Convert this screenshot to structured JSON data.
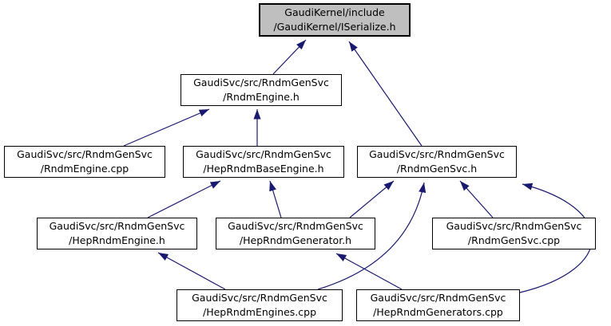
{
  "diagram": {
    "kind": "doxygen-include-dependency-graph",
    "root_file": "GaudiKernel/include/GaudiKernel/ISerialize.h"
  },
  "colors": {
    "edge": "#191970",
    "node_border": "#000000",
    "node_fill": "#ffffff",
    "root_fill": "#bfbfbf",
    "background": "#ffffff",
    "text": "#000000"
  },
  "nodes": [
    {
      "id": "iserialize-h",
      "line1": "GaudiKernel/include",
      "line2": "/GaudiKernel/ISerialize.h"
    },
    {
      "id": "rndmengine-h",
      "line1": "GaudiSvc/src/RndmGenSvc",
      "line2": "/RndmEngine.h"
    },
    {
      "id": "rndmengine-cpp",
      "line1": "GaudiSvc/src/RndmGenSvc",
      "line2": "/RndmEngine.cpp"
    },
    {
      "id": "heprndmbaseengine-h",
      "line1": "GaudiSvc/src/RndmGenSvc",
      "line2": "/HepRndmBaseEngine.h"
    },
    {
      "id": "rndmgensvc-h",
      "line1": "GaudiSvc/src/RndmGenSvc",
      "line2": "/RndmGenSvc.h"
    },
    {
      "id": "heprndmengine-h",
      "line1": "GaudiSvc/src/RndmGenSvc",
      "line2": "/HepRndmEngine.h"
    },
    {
      "id": "heprndmgenerator-h",
      "line1": "GaudiSvc/src/RndmGenSvc",
      "line2": "/HepRndmGenerator.h"
    },
    {
      "id": "rndmgensvc-cpp",
      "line1": "GaudiSvc/src/RndmGenSvc",
      "line2": "/RndmGenSvc.cpp"
    },
    {
      "id": "heprndmengines-cpp",
      "line1": "GaudiSvc/src/RndmGenSvc",
      "line2": "/HepRndmEngines.cpp"
    },
    {
      "id": "heprndmgenerators-cpp",
      "line1": "GaudiSvc/src/RndmGenSvc",
      "line2": "/HepRndmGenerators.cpp"
    }
  ],
  "edges": [
    {
      "from": "rndmengine-h",
      "to": "iserialize-h"
    },
    {
      "from": "rndmgensvc-h",
      "to": "iserialize-h"
    },
    {
      "from": "rndmengine-cpp",
      "to": "rndmengine-h"
    },
    {
      "from": "heprndmbaseengine-h",
      "to": "rndmengine-h"
    },
    {
      "from": "heprndmengine-h",
      "to": "heprndmbaseengine-h"
    },
    {
      "from": "heprndmgenerator-h",
      "to": "heprndmbaseengine-h"
    },
    {
      "from": "heprndmgenerator-h",
      "to": "rndmgensvc-h"
    },
    {
      "from": "rndmgensvc-cpp",
      "to": "rndmgensvc-h"
    },
    {
      "from": "heprndmengines-cpp",
      "to": "heprndmengine-h"
    },
    {
      "from": "heprndmengines-cpp",
      "to": "rndmgensvc-h"
    },
    {
      "from": "heprndmgenerators-cpp",
      "to": "heprndmgenerator-h"
    },
    {
      "from": "heprndmgenerators-cpp",
      "to": "rndmgensvc-h"
    }
  ]
}
